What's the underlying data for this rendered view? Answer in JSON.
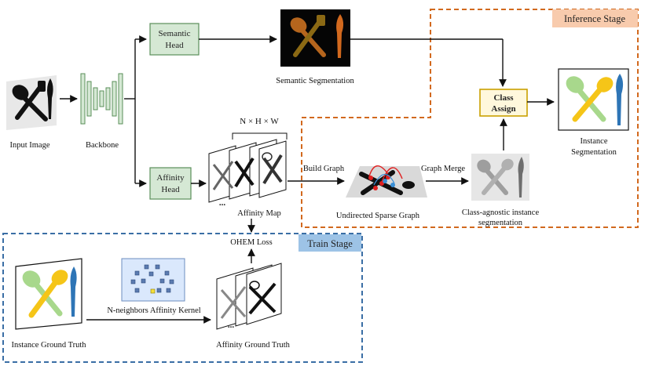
{
  "stages": {
    "inference": "Inference Stage",
    "train": "Train Stage"
  },
  "labels": {
    "input_image": "Input Image",
    "backbone": "Backbone",
    "semantic_head_line1": "Semantic",
    "semantic_head_line2": "Head",
    "affinity_head_line1": "Affinity",
    "affinity_head_line2": "Head",
    "semantic_segmentation": "Semantic Segmentation",
    "nhw": "N × H × W",
    "affinity_map": "Affinity Map",
    "ohem_loss": "OHEM Loss",
    "build_graph": "Build Graph",
    "graph_merge": "Graph Merge",
    "undirected_sparse_graph": "Undirected Sparse Graph",
    "class_agnostic_line1": "Class-agnostic instance",
    "class_agnostic_line2": "segmentation",
    "class_assign_line1": "Class",
    "class_assign_line2": "Assign",
    "instance_seg_line1": "Instance",
    "instance_seg_line2": "Segmentation",
    "instance_gt": "Instance Ground Truth",
    "n_neighbors_kernel": "N-neighbors Affinity Kernel",
    "affinity_gt": "Affinity Ground Truth",
    "ellipsis": "..."
  },
  "colors": {
    "inference_border": "#d2691e",
    "train_border": "#3a6ea5",
    "inference_tag_bg": "#f8cbad",
    "train_tag_bg": "#9dc3e6",
    "head_box_fill": "#d5e8d4",
    "head_box_stroke": "#5a8f5a",
    "class_assign_fill": "#fff8dc",
    "class_assign_stroke": "#c9a000",
    "backbone_fill": "#d5e8d4",
    "kernel_fill": "#dae8fc",
    "semantic_spoon": "#b5651d",
    "semantic_fork": "#8b6914",
    "semantic_knife": "#d2691e",
    "inst_spoon_yellow": "#f5c518",
    "inst_spoon_green": "#a8d88c",
    "inst_knife_blue": "#2e75b6"
  }
}
